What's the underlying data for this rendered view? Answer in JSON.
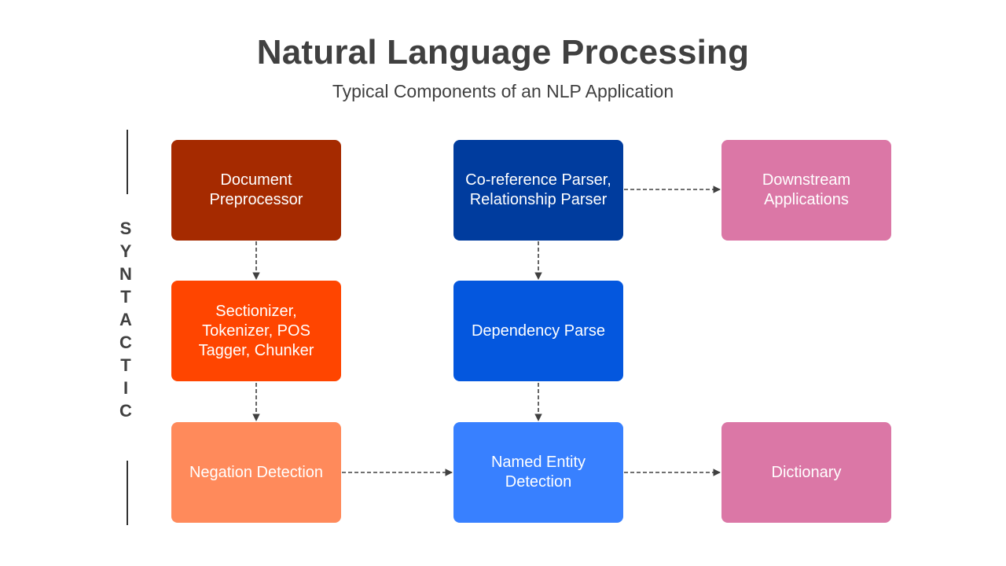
{
  "header": {
    "title": "Natural Language Processing",
    "subtitle": "Typical Components of an NLP Application"
  },
  "side_label": {
    "letters": [
      "S",
      "Y",
      "N",
      "T",
      "A",
      "C",
      "T",
      "I",
      "C"
    ]
  },
  "boxes": {
    "document_preprocessor": {
      "label": "Document Preprocessor",
      "color": "#A52A00"
    },
    "sectionizer": {
      "label": "Sectionizer, Tokenizer, POS Tagger, Chunker",
      "color": "#FF4500"
    },
    "negation_detection": {
      "label": "Negation Detection",
      "color": "#FF8A5B"
    },
    "coreference_parser": {
      "label": "Co-reference Parser, Relationship Parser",
      "color": "#003C9E"
    },
    "dependency_parse": {
      "label": "Dependency Parse",
      "color": "#0457DE"
    },
    "named_entity_detection": {
      "label": "Named Entity Detection",
      "color": "#3880FF"
    },
    "downstream_applications": {
      "label": "Downstream Applications",
      "color": "#DB77A6"
    },
    "dictionary": {
      "label": "Dictionary",
      "color": "#DB77A6"
    }
  }
}
